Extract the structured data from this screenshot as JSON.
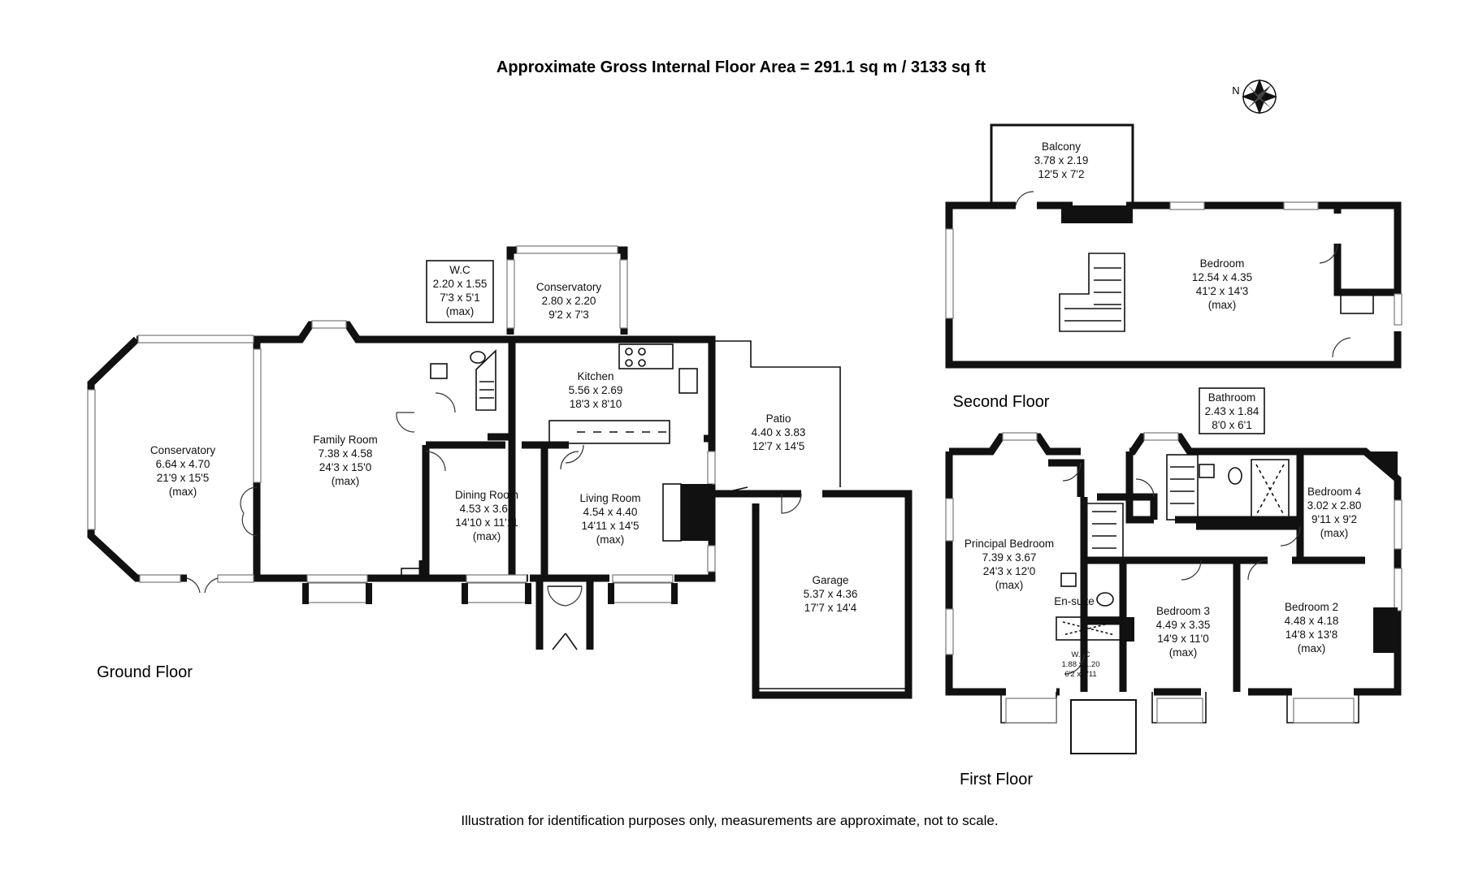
{
  "title": "Approximate Gross Internal Floor Area  = 291.1 sq m  / 3133 sq ft",
  "footer": "Illustration for identification purposes only, measurements are approximate, not to scale.",
  "compass_label": "N",
  "floors": {
    "ground": "Ground Floor",
    "first": "First Floor",
    "second": "Second Floor"
  },
  "rooms": {
    "conservatory_large": {
      "name": "Conservatory",
      "metric": "6.64 x 4.70",
      "imperial": "21'9 x 15'5",
      "note": "(max)"
    },
    "family_room": {
      "name": "Family Room",
      "metric": "7.38 x 4.58",
      "imperial": "24'3 x 15'0",
      "note": "(max)"
    },
    "wc": {
      "name": "W.C",
      "metric": "2.20 x 1.55",
      "imperial": "7'3 x 5'1",
      "note": "(max)"
    },
    "conservatory_small": {
      "name": "Conservatory",
      "metric": "2.80 x 2.20",
      "imperial": "9'2 x 7'3"
    },
    "kitchen": {
      "name": "Kitchen",
      "metric": "5.56 x 2.69",
      "imperial": "18'3 x 8'10"
    },
    "dining_room": {
      "name": "Dining Room",
      "metric": "4.53 x 3.63",
      "imperial": "14'10 x 11'11",
      "note": "(max)"
    },
    "living_room": {
      "name": "Living Room",
      "metric": "4.54 x 4.40",
      "imperial": "14'11 x 14'5",
      "note": "(max)"
    },
    "patio": {
      "name": "Patio",
      "metric": "4.40 x 3.83",
      "imperial": "12'7 x 14'5"
    },
    "garage": {
      "name": "Garage",
      "metric": "5.37 x 4.36",
      "imperial": "17'7 x 14'4"
    },
    "balcony": {
      "name": "Balcony",
      "metric": "3.78 x 2.19",
      "imperial": "12'5 x 7'2"
    },
    "bedroom_top": {
      "name": "Bedroom",
      "metric": "12.54 x 4.35",
      "imperial": "41'2 x 14'3",
      "note": "(max)"
    },
    "bathroom": {
      "name": "Bathroom",
      "metric": "2.43 x 1.84",
      "imperial": "8'0 x 6'1"
    },
    "principal_bedroom": {
      "name": "Principal Bedroom",
      "metric": "7.39 x 3.67",
      "imperial": "24'3 x 12'0",
      "note": "(max)"
    },
    "ensuite": {
      "name": "En-suite"
    },
    "wic": {
      "name": "W.I.C",
      "metric": "1.88 x 1.20",
      "imperial": "6'2 x 3'11"
    },
    "bedroom3": {
      "name": "Bedroom 3",
      "metric": "4.49 x 3.35",
      "imperial": "14'9 x 11'0",
      "note": "(max)"
    },
    "bedroom4": {
      "name": "Bedroom 4",
      "metric": "3.02 x 2.80",
      "imperial": "9'11 x 9'2",
      "note": "(max)"
    },
    "bedroom2": {
      "name": "Bedroom 2",
      "metric": "4.48 x 4.18",
      "imperial": "14'8 x 13'8",
      "note": "(max)"
    }
  }
}
